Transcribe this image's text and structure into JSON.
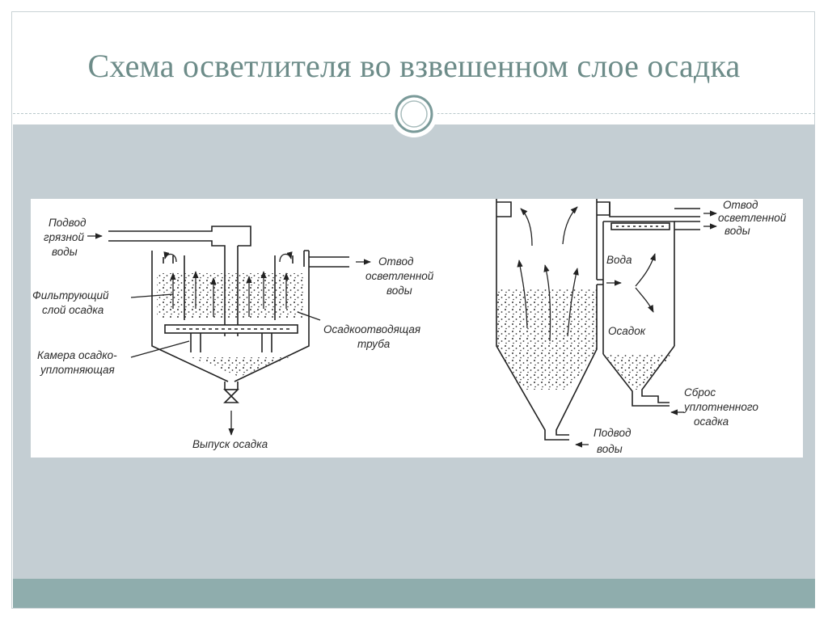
{
  "slide": {
    "title": "Схема осветлителя во взвешенном слое осадка"
  },
  "diagram_left": {
    "inlet_l1": "Подвод",
    "inlet_l2": "грязной",
    "inlet_l3": "воды",
    "outlet_l1": "Отвод",
    "outlet_l2": "осветленной",
    "outlet_l3": "воды",
    "filter_l1": "Фильтрующий",
    "filter_l2": "слой осадка",
    "pipe_l1": "Осадкоотводящая",
    "pipe_l2": "труба",
    "chamber_l1": "Камера осадко-",
    "chamber_l2": "уплотняющая",
    "release": "Выпуск осадка"
  },
  "diagram_right": {
    "outlet_l1": "Отвод",
    "outlet_l2": "осветленной",
    "outlet_l3": "воды",
    "water": "Вода",
    "sludge": "Осадок",
    "discharge_l1": "Сброс",
    "discharge_l2": "уплотненного",
    "discharge_l3": "осадка",
    "inlet_l1": "Подвод",
    "inlet_l2": "воды"
  }
}
